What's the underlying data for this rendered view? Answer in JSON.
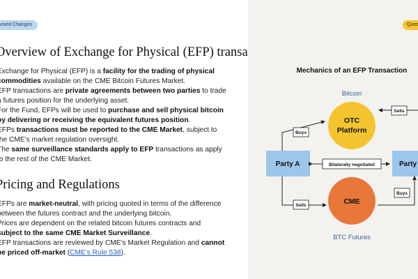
{
  "left": {
    "pill": "Proposed Changes",
    "section1": {
      "heading": "Overview of Exchange for Physical (EFP) transactions",
      "bullets": [
        {
          "a": "Exchange for Physical (EFP) is a ",
          "b": "facility for the trading of physical commodities",
          "c": " available on the CME Bitcoin Futures Market."
        },
        {
          "a": "EFP transactions are ",
          "b": "private agreements between two parties",
          "c": " to trade a futures position for the underlying asset."
        },
        {
          "a": "For the Fund, EFPs will be used to ",
          "b": "purchase and sell physical bitcoin by delivering or receiving the equivalent futures position",
          "c": "."
        },
        {
          "a": "EFPs ",
          "b": "transactions must be reported to the CME Market",
          "c": ", subject to the CME's market regulation oversight."
        },
        {
          "a": "The ",
          "b": "same surveillance standards apply to EFP",
          "c": " transactions as apply to the rest of the CME Market."
        }
      ]
    },
    "section2": {
      "heading": "Pricing and Regulations",
      "bullets": [
        {
          "a": "EFPs are ",
          "b": "market-neutral",
          "c": ", with pricing quoted in terms of the difference between the futures contract and the underlying bitcoin."
        },
        {
          "a": "Prices are dependent on the related bitcoin futures contracts and ",
          "b": "subject to the same CME Market Surveillance",
          "c": "."
        },
        {
          "a": "EFP transactions are reviewed by CME's Market Regulation and ",
          "b": "cannot be priced off-market",
          "c": " (",
          "link": "CME's Rule 538",
          "d": ")."
        }
      ]
    }
  },
  "right": {
    "pill": "Questions",
    "diagram": {
      "title": "Mechanics of an EFP Transaction",
      "top_caption": "Bitcoin",
      "bottom_caption": "BTC Futures",
      "otc_label_line1": "OTC",
      "otc_label_line2": "Platform",
      "cme_label": "CME",
      "party_a": "Party A",
      "party_b": "Party B",
      "center_label": "Bilaterally negotiated",
      "buys_top": "Buys",
      "sells_top": "Sells",
      "sells_bottom": "Sells",
      "buys_bottom": "Buys",
      "colors": {
        "otc": "#f4c430",
        "cme": "#e8773a",
        "party": "#9cc6ea",
        "caption": "#3a5f9a"
      }
    }
  }
}
